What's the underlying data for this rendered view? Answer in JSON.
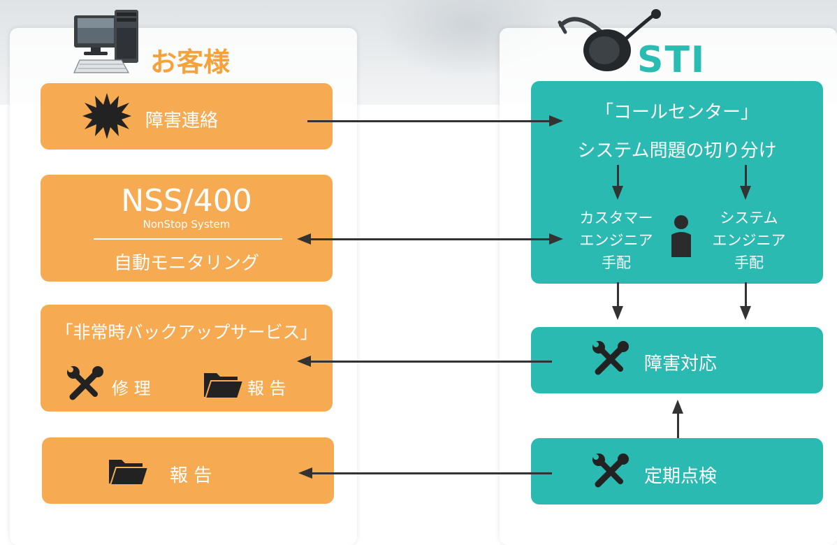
{
  "customer": {
    "title": "お客様",
    "incident_report": "障害連絡",
    "monitoring": {
      "product": "NSS/400",
      "product_sub": "NonStop System",
      "label": "自動モニタリング"
    },
    "backup": {
      "title": "「非常時バックアップサービス」",
      "repair": "修 理",
      "report": "報 告"
    },
    "report": "報 告"
  },
  "sti": {
    "title": "STI",
    "call_center": {
      "title": "「コールセンター」",
      "subtitle": "システム問題の切り分け",
      "customer_engineer": [
        "カスタマー",
        "エンジニア",
        "手配"
      ],
      "system_engineer": [
        "システム",
        "エンジニア",
        "手配"
      ]
    },
    "incident_response": "障害対応",
    "periodic_inspection": "定期点検"
  },
  "colors": {
    "orange": "#f6aa51",
    "teal": "#2bbab2",
    "arrow": "#333333"
  }
}
